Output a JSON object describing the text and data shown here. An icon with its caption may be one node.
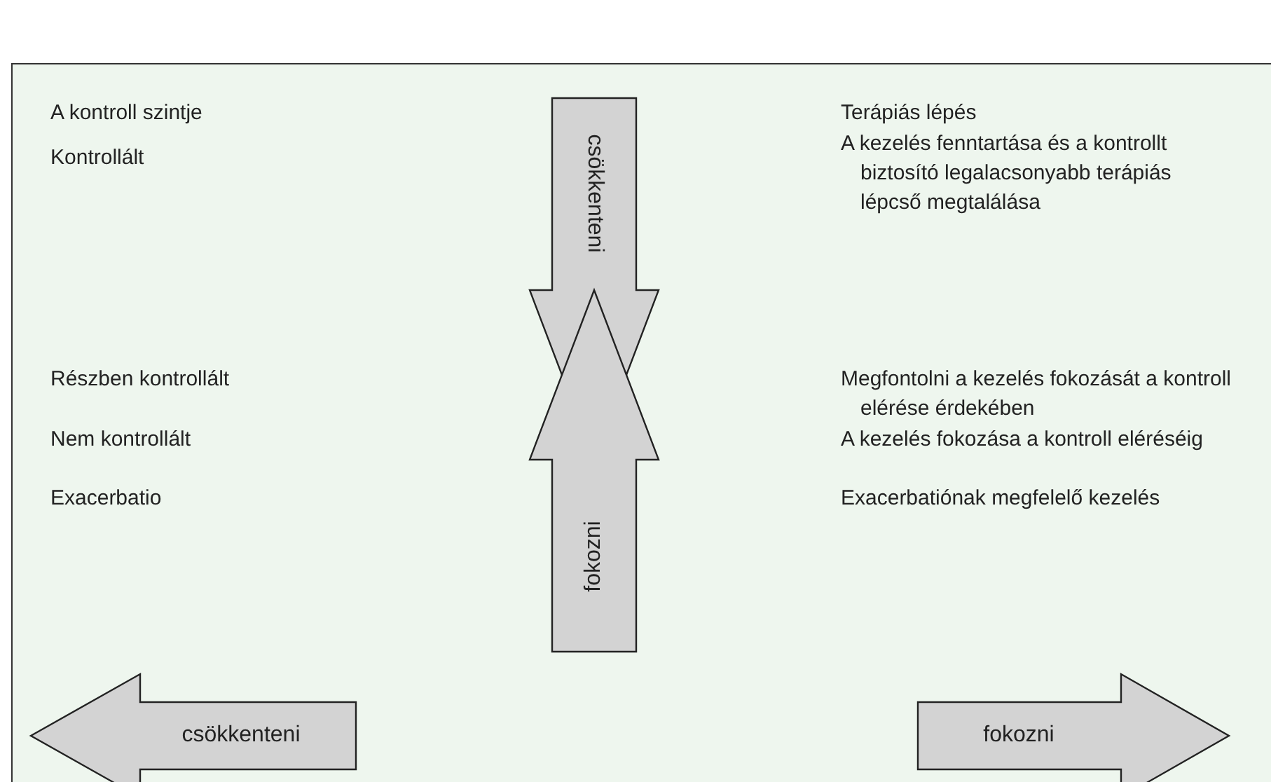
{
  "diagram": {
    "nodes": [
      {
        "text": [
          "csökkenteni"
        ]
      },
      {
        "text": [
          "fokozni"
        ]
      },
      {
        "text": [
          "csökkenteni"
        ]
      },
      {
        "text": [
          "fokozni"
        ]
      }
    ],
    "labels": [
      "A kontroll szintje",
      "Terápiás lépés",
      "Kontrollált",
      "A kezelés fenntartása és a kontrollt biztosító legalacsonyabb terápiás lépcső megtalálása",
      "Részben kontrollált",
      "Megfontolni a kezelés fokozását a kontroll elérése érdekében",
      "Nem kontrollált",
      "A kezelés fokozása a kontroll eléréséig",
      "Exacerbatio",
      "Exacerbatiónak megfelelő kezelés"
    ]
  }
}
